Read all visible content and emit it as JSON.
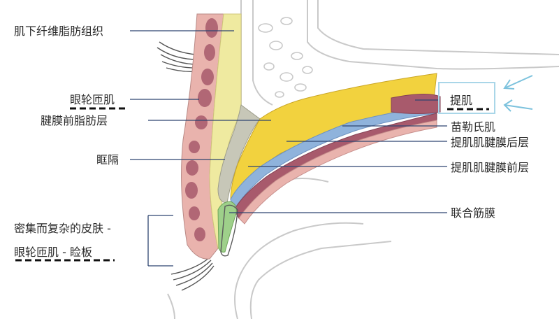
{
  "labels": {
    "subcutaneous_fibrofatty": "肌下纤维脂肪组织",
    "orbicularis": "眼轮匝肌",
    "preaponeurotic_fat": "腱膜前脂肪层",
    "orbital_septum": "眶隔",
    "complex_skin_line1": "密集而复杂的皮肤 -",
    "complex_skin_line2": "眼轮匝肌 - 睑板",
    "levator": "提肌",
    "muller": "苗勒氏肌",
    "levator_posterior": "提肌肌腱膜后层",
    "levator_anterior": "提肌肌腱膜前层",
    "conjoined_fascia": "联合筋膜"
  },
  "colors": {
    "fat_yellow": "#f2d23e",
    "pale_yellow": "#efeaa0",
    "skin_pink": "#e9b3ad",
    "muscle_maroon": "#a85a6c",
    "blue_layer": "#8fb3dc",
    "septum_gray": "#c7c7b8",
    "bone_line": "#c9c9c9",
    "leader_line": "#2e4470",
    "highlight_box": "#a9d6e8",
    "arrow_blue": "#7cc2dd",
    "green_fascia": "#9ed08a"
  }
}
